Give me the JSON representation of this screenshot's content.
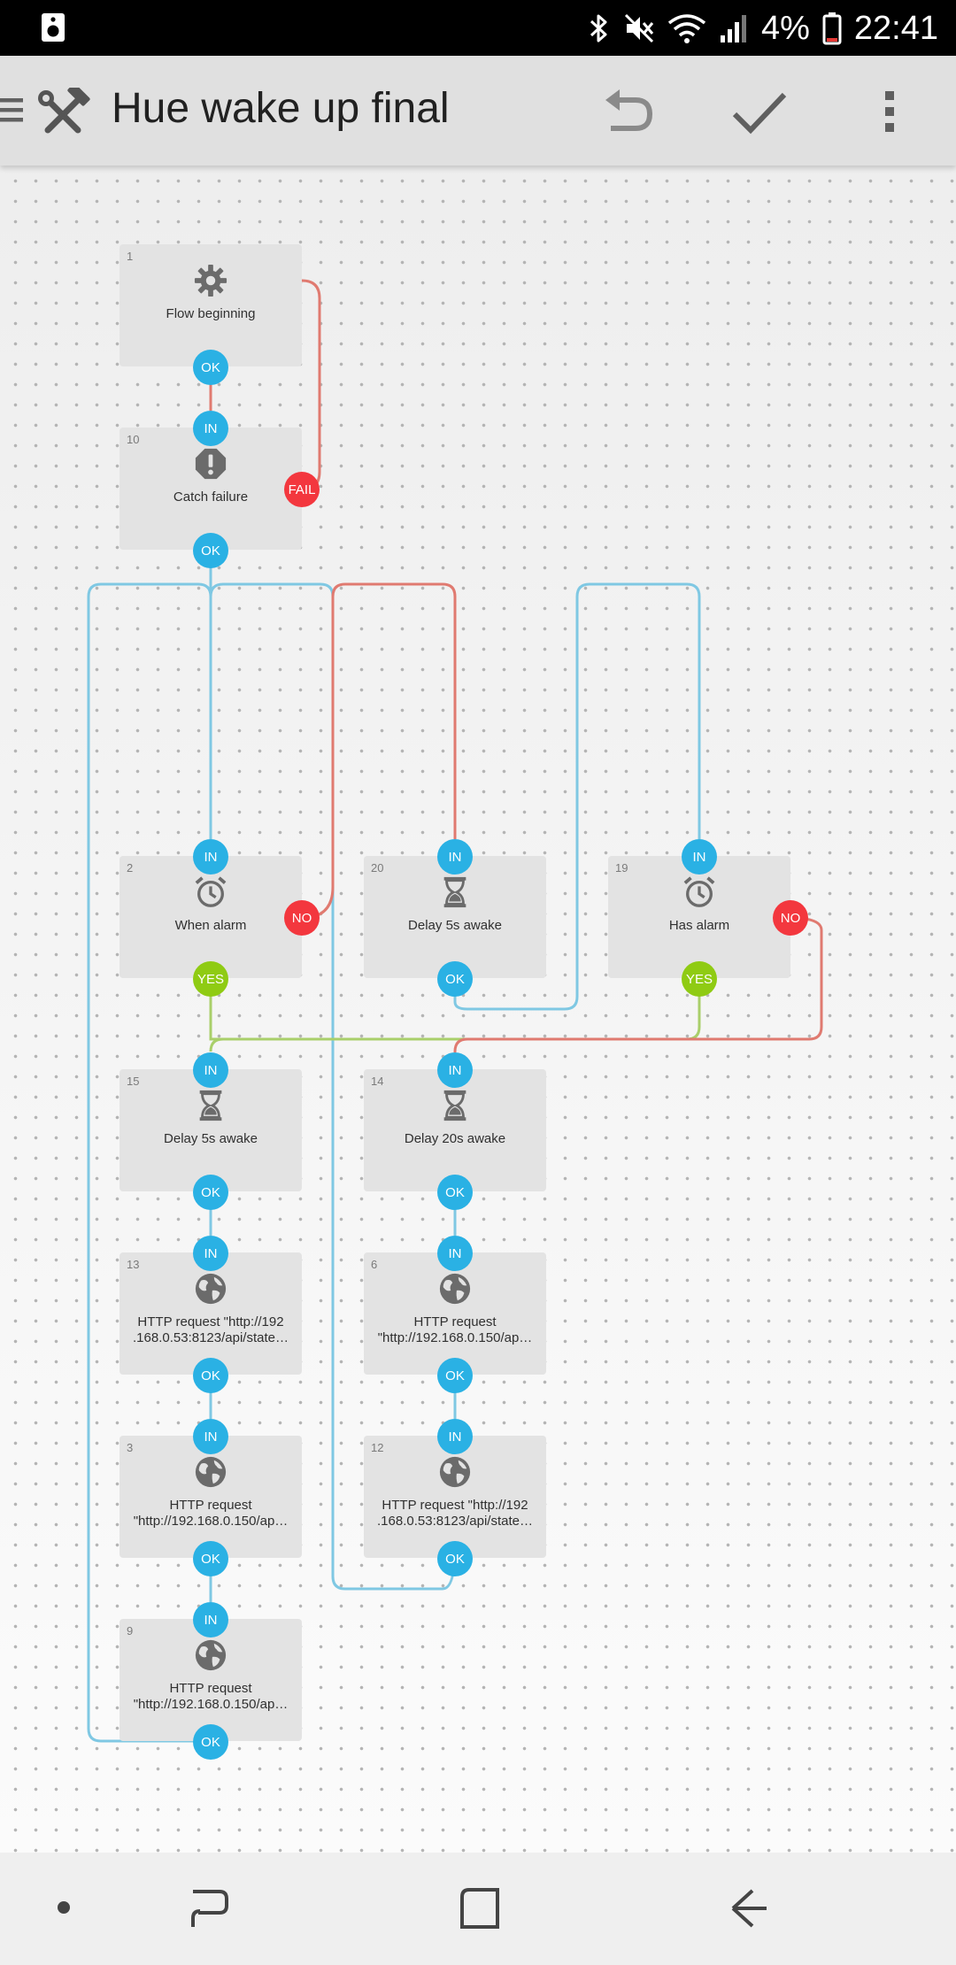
{
  "status_bar": {
    "battery": "4%",
    "time": "22:41",
    "icons": [
      "speaker-icon",
      "bluetooth-icon",
      "mute-icon",
      "wifi-icon",
      "signal-icon",
      "battery-icon"
    ]
  },
  "toolbar": {
    "title": "Hue wake up final",
    "icons": [
      "menu-icon",
      "tools-icon",
      "undo-icon",
      "check-icon",
      "more-icon"
    ]
  },
  "colors": {
    "port_blue": "#2ab1e4",
    "port_green": "#8fcb13",
    "port_red": "#f3373e",
    "wire_blue": "#7fc8e3",
    "wire_red": "#e07a70",
    "wire_green": "#a9cf6a",
    "node_background": "#e3e3e3"
  },
  "ports": {
    "in": "IN",
    "ok": "OK",
    "yes": "YES",
    "no": "NO",
    "fail": "FAIL"
  },
  "nodes": [
    {
      "id": "1",
      "label": "Flow beginning",
      "icon": "gear-icon"
    },
    {
      "id": "10",
      "label": "Catch failure",
      "icon": "alert-octagon-icon"
    },
    {
      "id": "2",
      "label": "When alarm",
      "icon": "alarm-clock-icon"
    },
    {
      "id": "20",
      "label": "Delay 5s awake",
      "icon": "hourglass-icon"
    },
    {
      "id": "19",
      "label": "Has alarm",
      "icon": "alarm-clock-icon"
    },
    {
      "id": "15",
      "label": "Delay 5s awake",
      "icon": "hourglass-icon"
    },
    {
      "id": "14",
      "label": "Delay 20s awake",
      "icon": "hourglass-icon"
    },
    {
      "id": "13",
      "label": "HTTP request \"http://192\n.168.0.53:8123/api/state…",
      "icon": "globe-icon"
    },
    {
      "id": "6",
      "label": "HTTP request\n\"http://192.168.0.150/ap…",
      "icon": "globe-icon"
    },
    {
      "id": "3",
      "label": "HTTP request\n\"http://192.168.0.150/ap…",
      "icon": "globe-icon"
    },
    {
      "id": "12",
      "label": "HTTP request \"http://192\n.168.0.53:8123/api/state…",
      "icon": "globe-icon"
    },
    {
      "id": "9",
      "label": "HTTP request\n\"http://192.168.0.150/ap…",
      "icon": "globe-icon"
    }
  ],
  "nav_bar": {
    "icons": [
      "dot-icon",
      "recent-apps-icon",
      "home-icon",
      "back-icon"
    ]
  }
}
